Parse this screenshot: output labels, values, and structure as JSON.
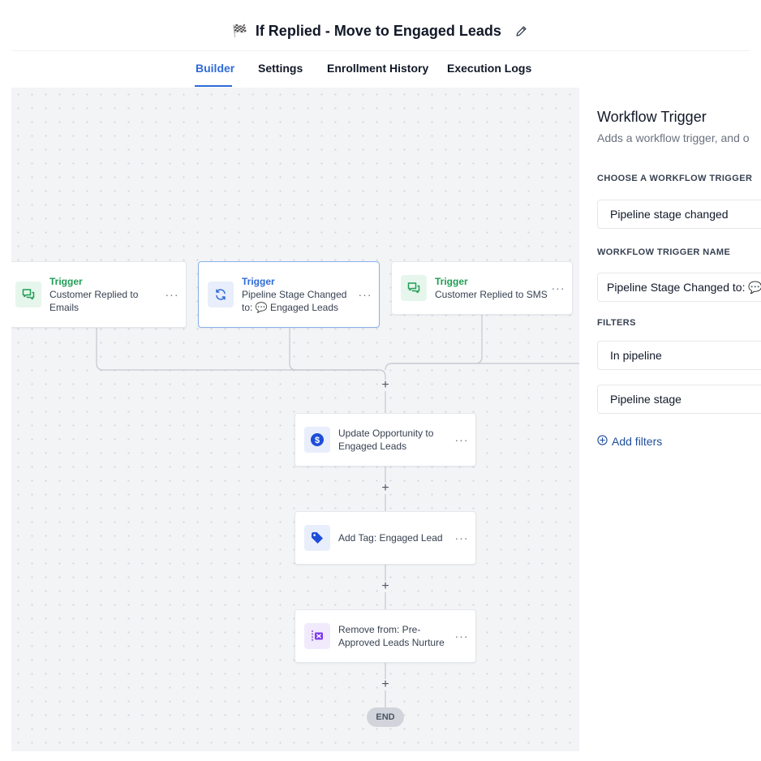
{
  "header": {
    "title_flag": "🏁",
    "title": "If Replied - Move to Engaged Leads",
    "edit_icon": "pencil-icon"
  },
  "tabs": [
    {
      "label": "Builder",
      "active": true
    },
    {
      "label": "Settings",
      "active": false
    },
    {
      "label": "Enrollment History",
      "active": false
    },
    {
      "label": "Execution Logs",
      "active": false
    }
  ],
  "canvas": {
    "triggers": [
      {
        "kind": "Trigger",
        "label": "Customer Replied to Emails",
        "icon": "chat-bubbles-icon",
        "selected": false
      },
      {
        "kind": "Trigger",
        "label": "Pipeline Stage Changed to: 💬 Engaged Leads",
        "icon": "refresh-icon",
        "selected": true
      },
      {
        "kind": "Trigger",
        "label": "Customer Replied to SMS",
        "icon": "chat-bubbles-icon",
        "selected": false
      }
    ],
    "actions": [
      {
        "label": "Update Opportunity to Engaged Leads",
        "icon": "dollar-icon"
      },
      {
        "label": "Add Tag: Engaged Lead",
        "icon": "tag-icon"
      },
      {
        "label": "Remove from: Pre-Approved Leads Nurture",
        "icon": "remove-workflow-icon"
      }
    ],
    "add_symbol": "+",
    "more_symbol": "···",
    "end_label": "END"
  },
  "panel": {
    "title": "Workflow Trigger",
    "subtitle": "Adds a workflow trigger, and o",
    "choose_label": "CHOOSE A WORKFLOW TRIGGER",
    "choose_value": "Pipeline stage changed",
    "name_label": "WORKFLOW TRIGGER NAME",
    "name_value": "Pipeline Stage Changed to: 💬",
    "filters_label": "FILTERS",
    "filters": [
      "In pipeline",
      "Pipeline stage"
    ],
    "add_filters": "Add filters"
  },
  "colors": {
    "accent": "#2f6bd8",
    "trigger_green": "#1f9d55",
    "canvas_bg": "#f3f4f6"
  }
}
